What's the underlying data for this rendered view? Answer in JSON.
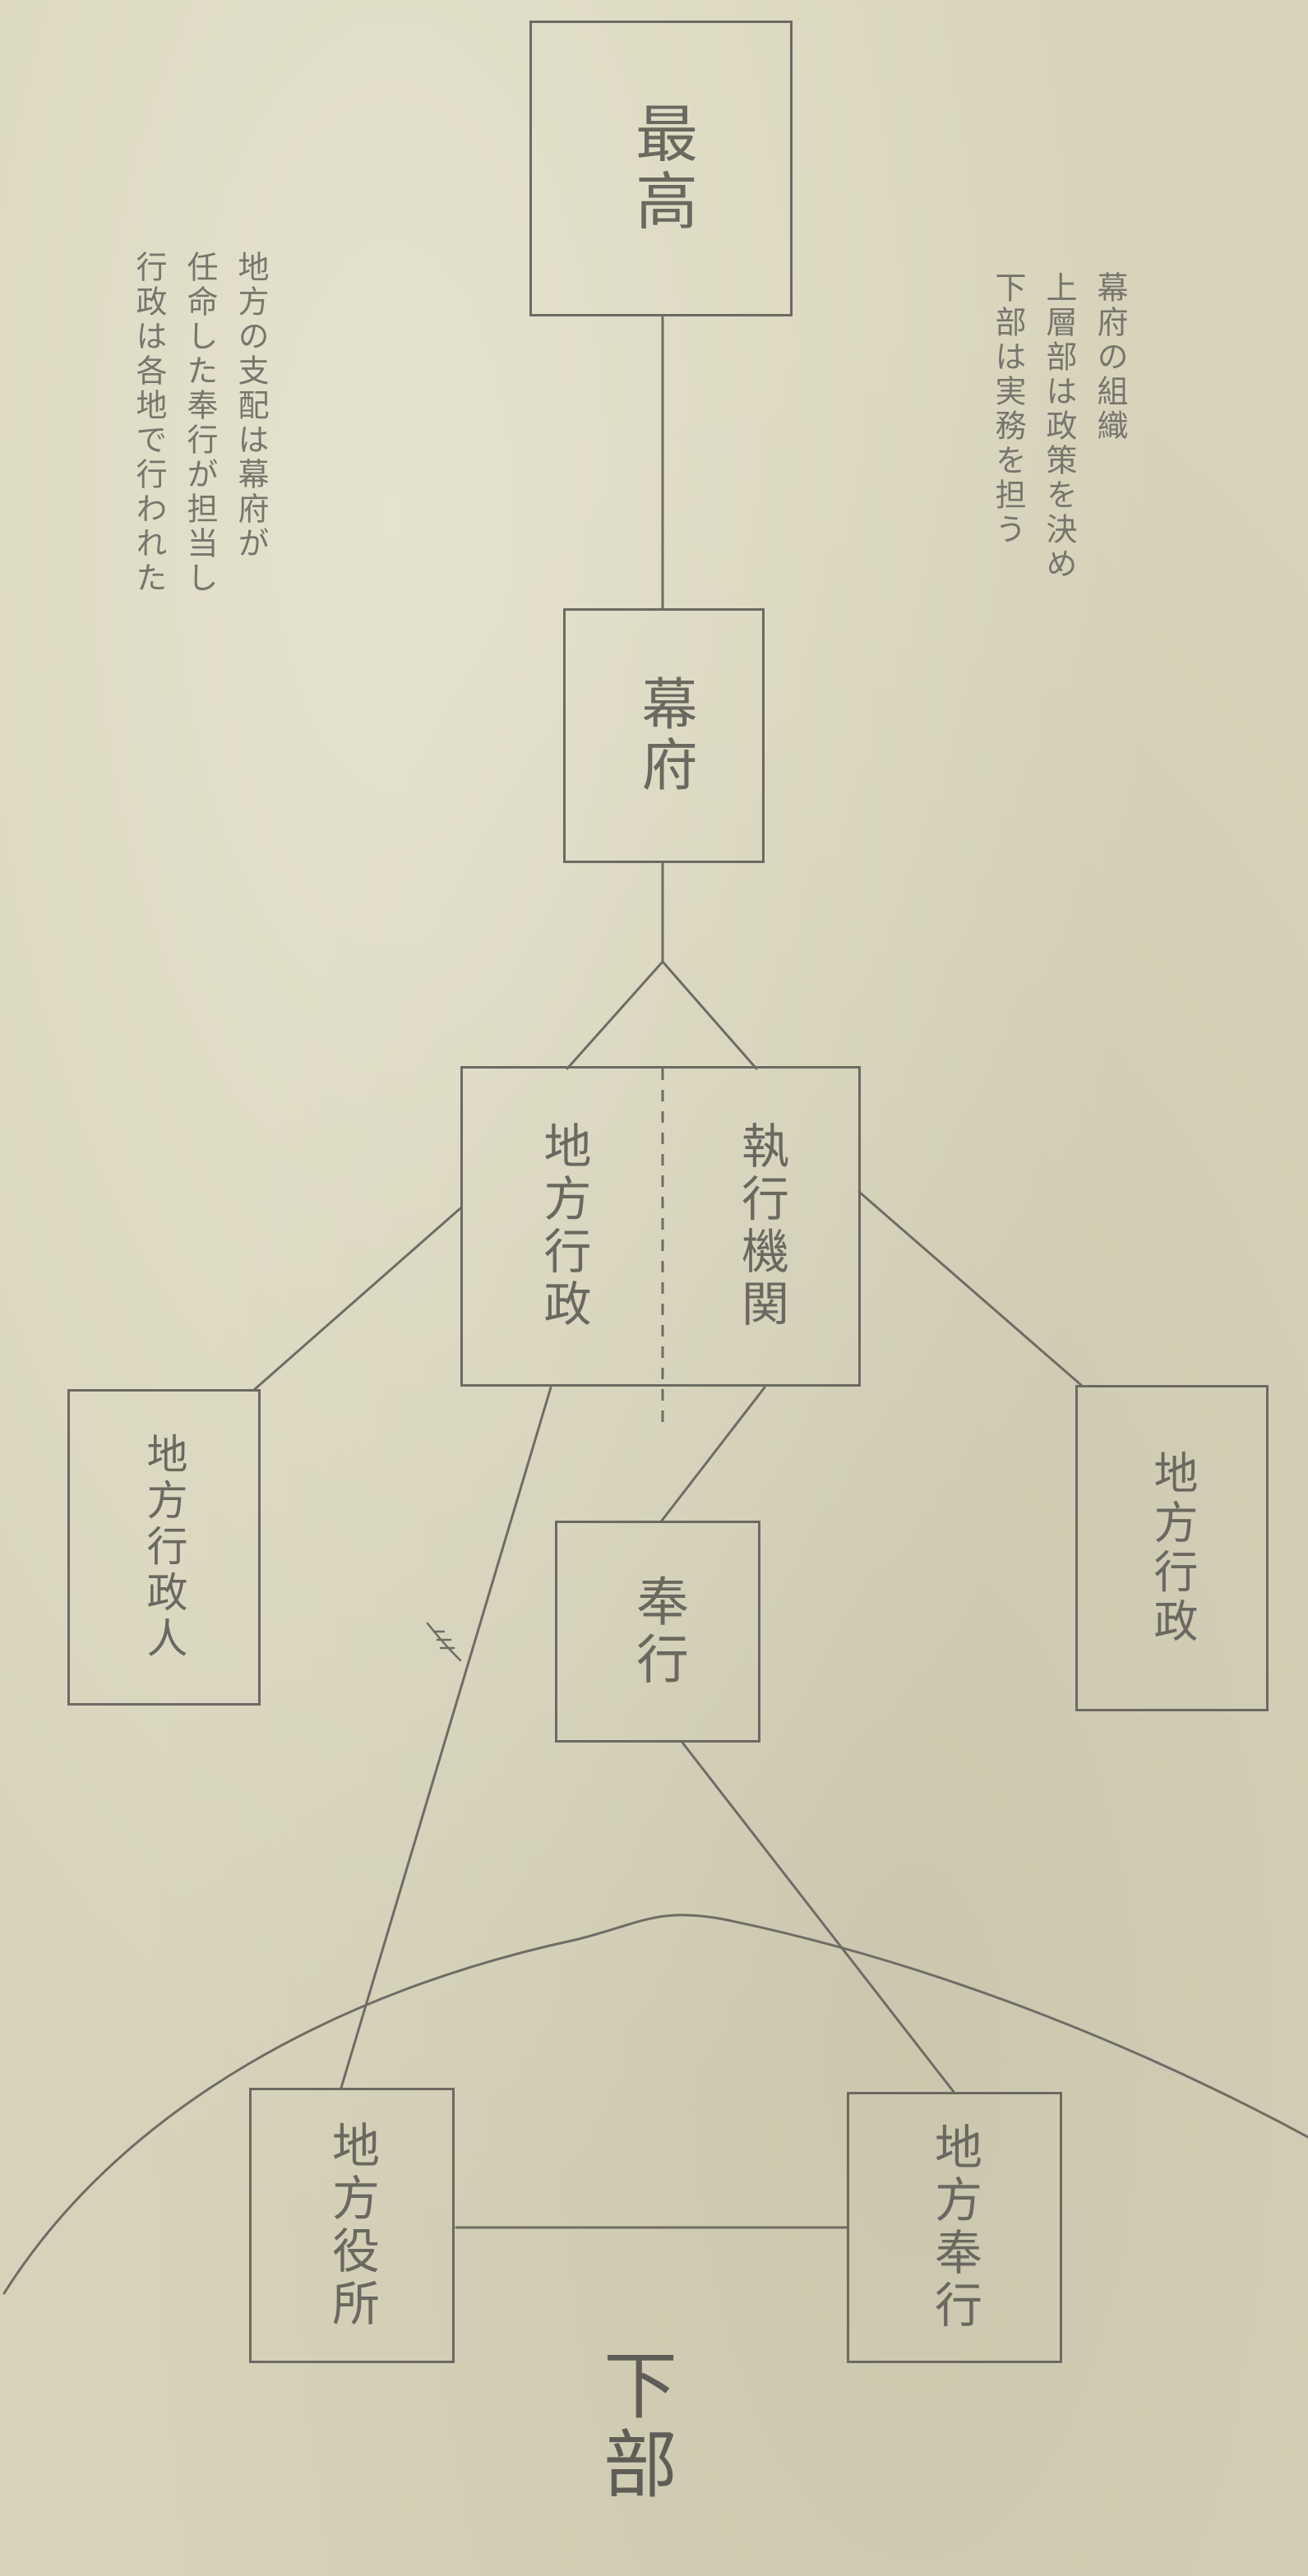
{
  "diagram": {
    "top_box": {
      "text": "最高"
    },
    "box2": {
      "text": "幕府"
    },
    "box3": {
      "left_text": "地方行政",
      "right_text": "執行機関"
    },
    "left_box": {
      "text": "地方行政人"
    },
    "center_box": {
      "text": "奉行"
    },
    "right_box": {
      "text": "地方行政"
    },
    "bottom_left_box": {
      "text": "地方役所"
    },
    "bottom_right_box": {
      "text": "地方奉行"
    },
    "notes": {
      "right": [
        "幕府の組織",
        "上層部は政策を決め",
        "下部は実務を担う"
      ],
      "left": [
        "地方の支配は幕府が",
        "任命した奉行が担当し",
        "行政は各地で行われた"
      ],
      "bottom": "下部"
    }
  }
}
